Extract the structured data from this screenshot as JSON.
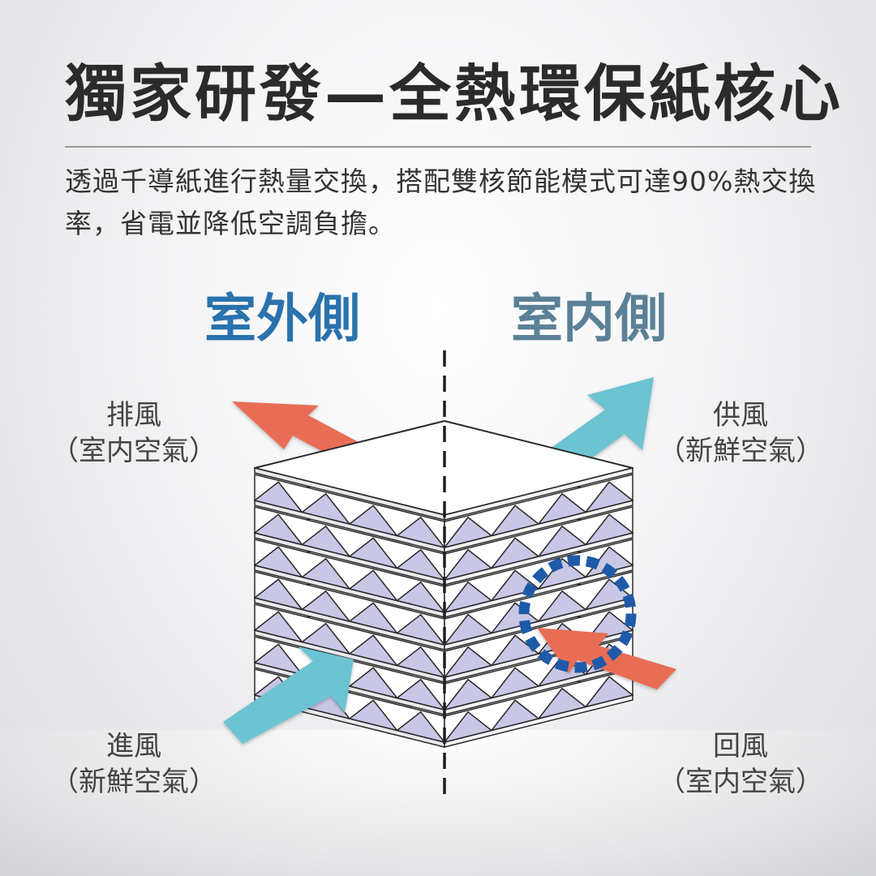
{
  "title": "獨家研發—全熱環保紙核心",
  "description": "透過千導紙進行熱量交換，搭配雙核節能模式可達90%熱交換率，省電並降低空調負擔。",
  "sides": {
    "outdoor": "室外側",
    "indoor": "室内側"
  },
  "labels": {
    "exhaust": {
      "name": "排風",
      "sub": "（室内空氣）"
    },
    "supply": {
      "name": "供風",
      "sub": "（新鮮空氣）"
    },
    "intake": {
      "name": "進風",
      "sub": "（新鮮空氣）"
    },
    "return": {
      "name": "回風",
      "sub": "（室内空氣）"
    }
  },
  "colors": {
    "title": "#2b2b2b",
    "outdoor": "#2a72ad",
    "indoor": "#5a8197",
    "red_arrow": "#e96d55",
    "cyan_arrow": "#6cc3d1",
    "fin_fill": "#c8c7e6",
    "highlight_ring": "#1f5aa8"
  },
  "icons": {
    "flow_arrow": "arrow-icon",
    "highlight": "dashed-circle-icon"
  }
}
